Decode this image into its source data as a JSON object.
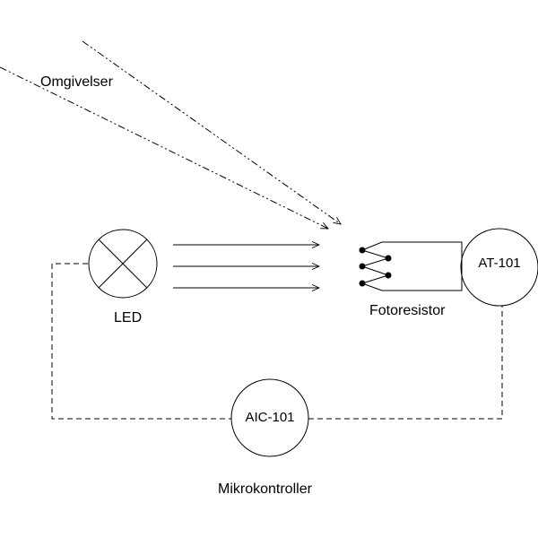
{
  "labels": {
    "ambient": "Omgivelser",
    "led": "LED",
    "photoresistor": "Fotoresistor",
    "microcontroller": "Mikrokontroller"
  },
  "instruments": {
    "at": "AT-101",
    "aic": "AIC-101"
  }
}
